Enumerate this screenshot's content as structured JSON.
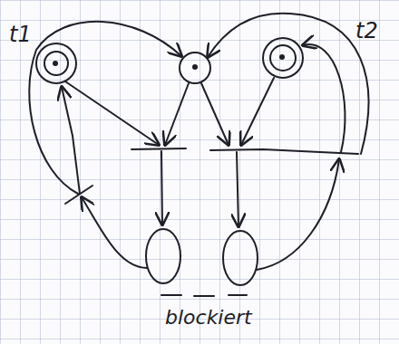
{
  "diagram": {
    "labels": [
      "t1",
      "t2",
      "blockiert"
    ]
  }
}
